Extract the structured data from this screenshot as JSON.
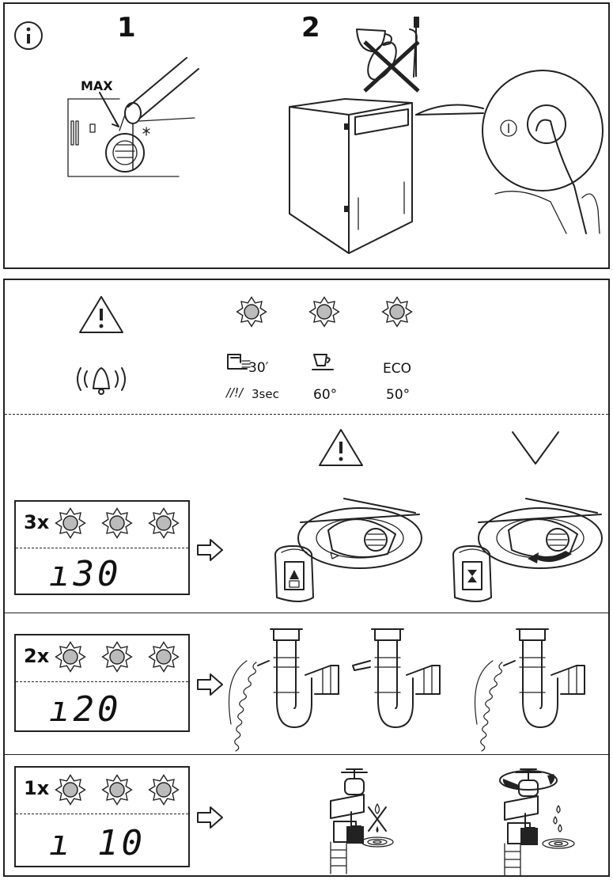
{
  "top": {
    "step1": "1",
    "step2": "2",
    "max_label": "MAX",
    "info_icon": "info-icon",
    "power_symbol": "power-button-icon"
  },
  "legend": {
    "warning_icon": "warning-icon",
    "alarm_icon": "alarm-bell-icon",
    "lights": [
      {
        "icon_line1": "rinse-30",
        "text1": "30′",
        "text2": "3sec",
        "icon_line2": "spray-icon"
      },
      {
        "icon_line1": "cup-icon",
        "text1": "",
        "text2": "60°"
      },
      {
        "icon_line1": "",
        "text1": "ECO",
        "text2": "50°"
      }
    ]
  },
  "section_headers": {
    "warning": "warning-icon",
    "check": "checkmark-icon"
  },
  "rows": [
    {
      "count": "3x",
      "display": "ı30",
      "scene": "filter"
    },
    {
      "count": "2x",
      "display": "ı20",
      "scene": "drain-siphon"
    },
    {
      "count": "1x",
      "display": "ı 10",
      "scene": "water-tap"
    }
  ],
  "colors": {
    "line": "#222222",
    "light_fill": "#bbbbbb"
  }
}
